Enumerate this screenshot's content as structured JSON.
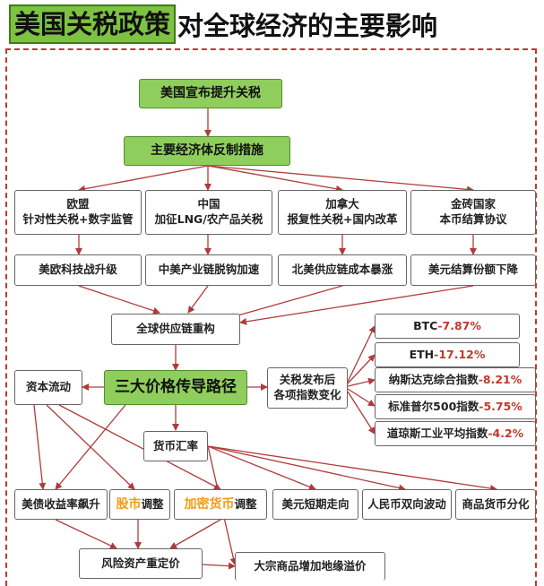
{
  "title": {
    "highlight": "美国关税政策",
    "rest": "对全球经济的主要影响"
  },
  "nodes": {
    "announce": "美国宣布提升关税",
    "countermeasures": "主要经济体反制措施",
    "eu": {
      "title": "欧盟",
      "sub": "针对性关税+数字监管"
    },
    "china": {
      "title": "中国",
      "sub": "加征LNG/农产品关税"
    },
    "canada": {
      "title": "加拿大",
      "sub": "报复性关税+国内改革"
    },
    "brics": {
      "title": "金砖国家",
      "sub": "本币结算协议"
    },
    "eu_effect": "美欧科技战升级",
    "china_effect": "中美产业链脱钩加速",
    "canada_effect": "北美供应链成本暴涨",
    "brics_effect": "美元结算份额下降",
    "supply_chain": "全球供应链重构",
    "price_paths": "三大价格传导路径",
    "capital_flow": "资本流动",
    "index_change": {
      "line1": "关税发布后",
      "line2": "各项指数变化"
    },
    "btc": {
      "label": "BTC ",
      "value": "-7.87%"
    },
    "eth": {
      "label": "ETH ",
      "value": "-17.12%"
    },
    "nasdaq": {
      "label": "纳斯达克综合指数 ",
      "value": "-8.21%"
    },
    "sp500": {
      "label": "标准普尔500指数",
      "value": "-5.75%"
    },
    "dow": {
      "label": "道琼斯工业平均指数",
      "value": "-4.2%"
    },
    "fx": "货币汇率",
    "treasury": "美债收益率飙升",
    "stocks": {
      "hl": "股市",
      "rest": "调整"
    },
    "crypto": {
      "hl": "加密货币",
      "rest": "调整"
    },
    "usd_short": "美元短期走向",
    "rmb": "人民币双向波动",
    "commodity_fx": "商品货币分化",
    "risk_repricing": "风险资产重定价",
    "commodities": "大宗商品增加地缘溢价"
  },
  "colors": {
    "accent_green": "#8fce5c",
    "arrow": "#b03a3a",
    "value_red": "#c0392b",
    "highlight_orange": "#f39c12",
    "border_red": "#c0392b"
  }
}
